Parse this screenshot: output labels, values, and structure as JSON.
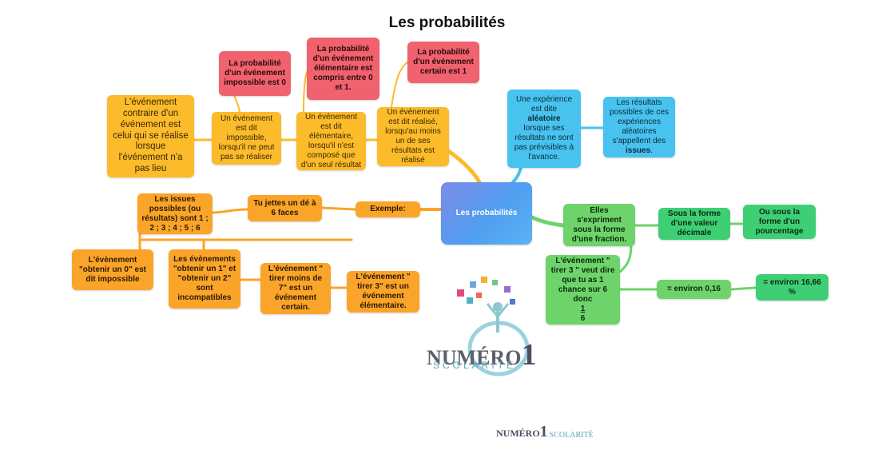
{
  "title": "Les probabilités",
  "colors": {
    "red": "#f0626e",
    "yellow": "#fbbb2b",
    "orange": "#fba42a",
    "blue": "#48c2ee",
    "green": "#6ed36b",
    "center": "#5b8ef0"
  },
  "nodes": {
    "center": "Les probabilités",
    "contraire": "L'événement contraire d'un événement est celui qui se réalise lorsque l'événement n'a pas lieu",
    "prob_impossible": "La probabilité d'un événement impossible est 0",
    "prob_elementaire": "La probabilité d'un événement élémentaire est compris entre 0 et 1.",
    "prob_certain": "La probabilité d'un événement certain est 1",
    "impossible": "Un événement est dit impossible, lorsqu'il ne peut pas se réaliser",
    "elementaire": "Un événement est dit élémentaire, lorsqu'il n'est composé que d'un seul résultat",
    "realise": "Un événement est dit réalisé, lorsqu'au moins un de ses résultats est réalisé",
    "aleatoire_part1": "Une expérience est dite",
    "aleatoire_bold": "aléatoire",
    "aleatoire_part2": "lorsque ses résultats ne sont pas prévisibles à l'avance.",
    "issues_part1": "Les résultats possibles de ces expériences aléatoires s'appellent des",
    "issues_bold": "issues",
    "issues_part2": ".",
    "exemple": "Exemple:",
    "de": "Tu jettes un dé à 6 faces",
    "issues_possibles": "Les issues possibles (ou résultats) sont 1 ; 2 ; 3 ; 4 ; 5 ; 6",
    "obtenir0": "L'évènement \"obtenir un 0\" est dit impossible",
    "incompatibles": "Les évènements \"obtenir un 1\" et \"obtenir un 2\" sont incompatibles",
    "moins7": "L'événement \" tirer moins de 7\" est un événement certain.",
    "tirer3": "L'événement \" tirer 3\" est un événement élémentaire.",
    "fraction": "Elles s'expriment sous la forme d'une fraction.",
    "decimale": "Sous la forme d'une valeur décimale",
    "pourcentage": "Ou sous la forme d'un pourcentage",
    "chance_text": "L'événement \" tirer 3 \" veut dire que tu as 1 chance sur 6 donc",
    "chance_num": "1",
    "chance_den": "6",
    "environ016": "= environ 0,16",
    "environ1666": "= environ 16,66 %"
  },
  "logo": {
    "main": "NUMÉRO",
    "digit": "1",
    "sub": "SCOLARITÉ",
    "icon": "figure-with-numbered-cubes-icon"
  },
  "footer_logo": {
    "main": "NUMÉRO",
    "digit": "1",
    "sub": "SCOLARITÉ"
  }
}
